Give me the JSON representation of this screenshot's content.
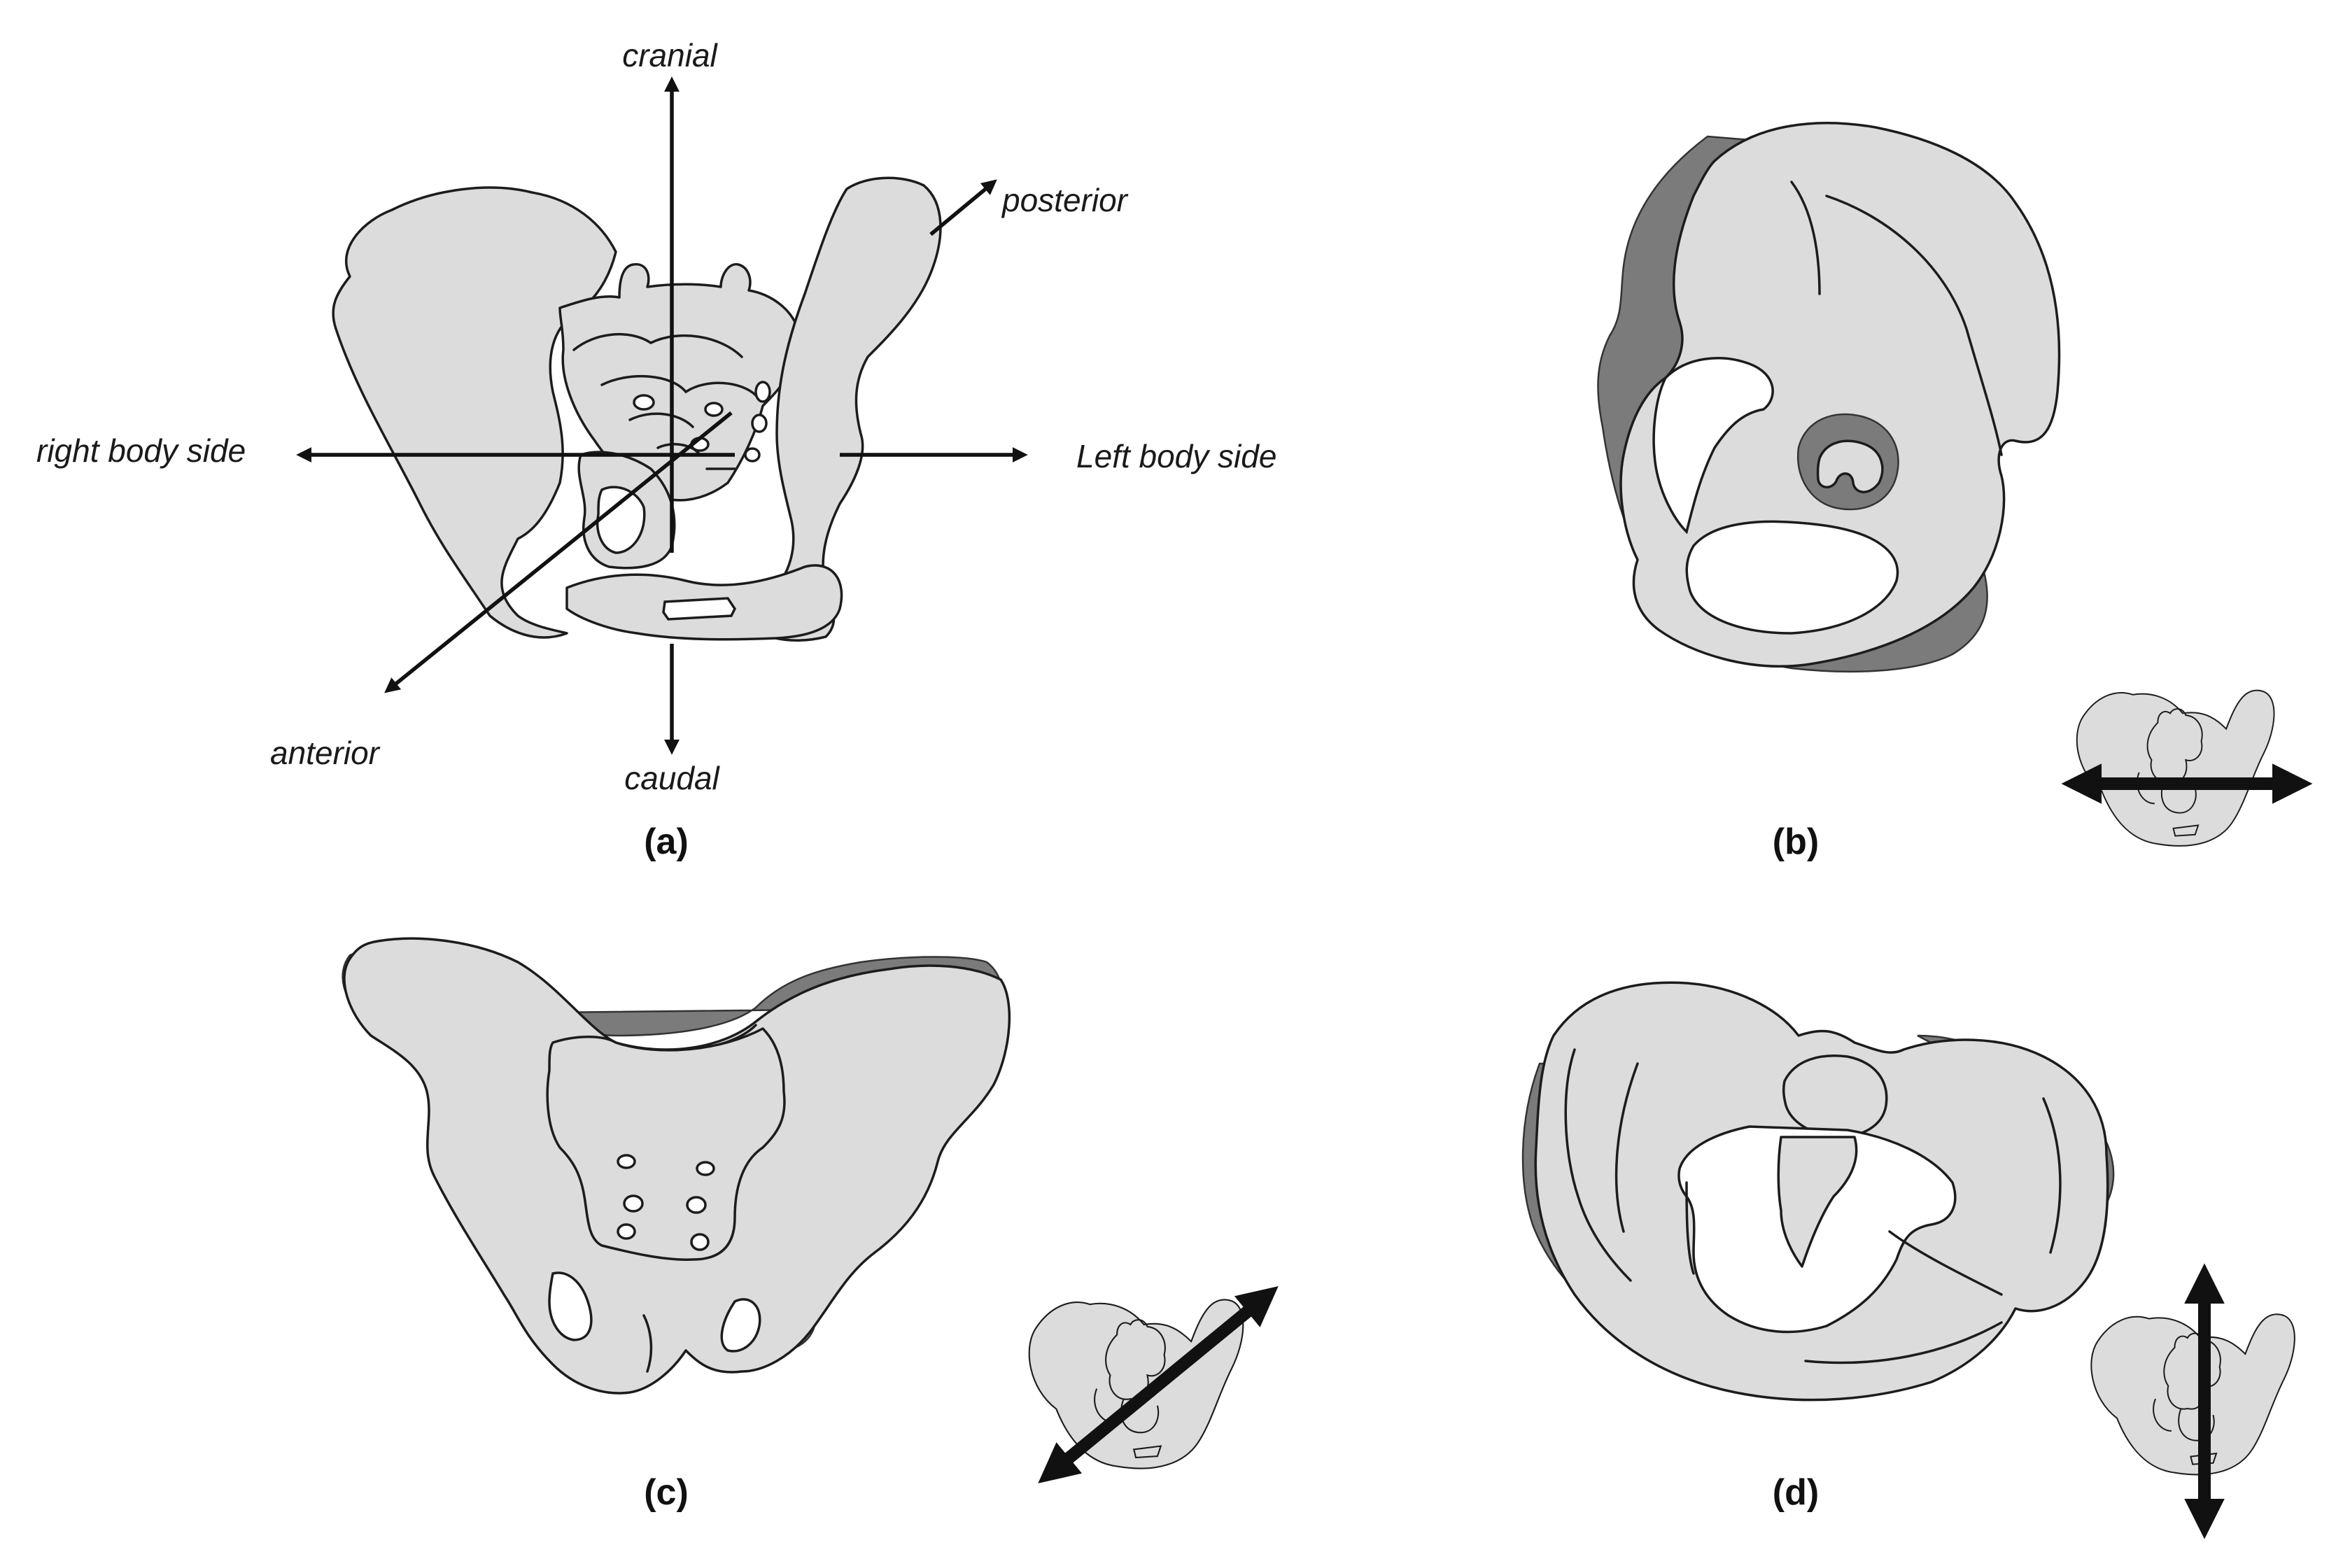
{
  "panel_a": {
    "label": "(a)",
    "axes": {
      "cranial": "cranial",
      "caudal": "caudal",
      "right": "right body side",
      "left": "Left body side",
      "anterior": "anterior",
      "posterior": "posterior"
    }
  },
  "panel_b": {
    "label": "(b)"
  },
  "panel_c": {
    "label": "(c)"
  },
  "panel_d": {
    "label": "(d)"
  },
  "colors": {
    "bone_fill": "#dcdcdc",
    "bone_shadow": "#7b7b7b",
    "outline": "#1c1c1c"
  }
}
